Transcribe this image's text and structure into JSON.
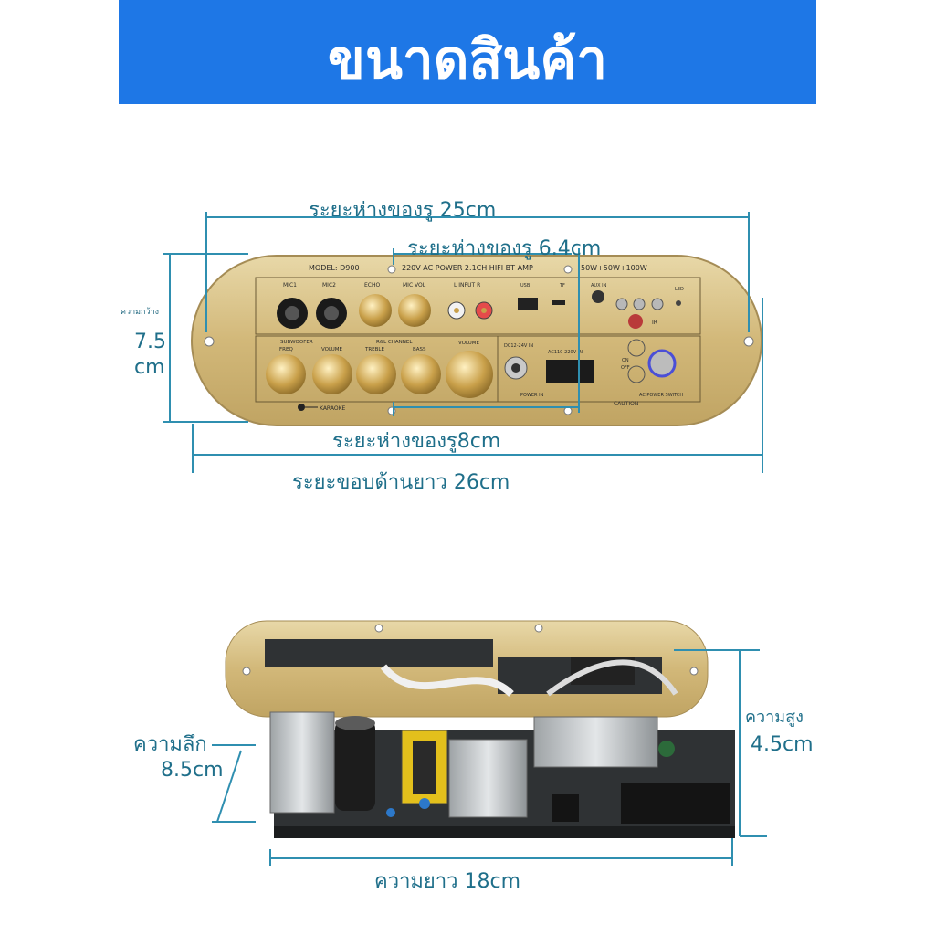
{
  "banner": {
    "title": "ขนาดสินค้า",
    "color": "#1e77e6"
  },
  "top_panel": {
    "dimensions": {
      "hole_spacing_25": "ระยะห่างของรู 25cm",
      "hole_spacing_6_4": "ระยะห่างของรู 6.4cm",
      "hole_spacing_8": "ระยะห่างของรู8cm",
      "edge_length_26": "ระยะขอบด้านยาว 26cm",
      "width_label": "ความกว้าง",
      "width_value_line1": "7.5",
      "width_value_line2": "cm"
    },
    "labels": {
      "model": "MODEL:  D900",
      "header": "220V AC POWER 2.1CH HIFI BT AMP",
      "power": "50W+50W+100W",
      "mic1": "MIC1",
      "mic2": "MIC2",
      "echo": "ECHO",
      "mic_vol": "MIC VOL",
      "input": "L  INPUT  R",
      "usb": "USB",
      "tf": "TF",
      "aux_in": "AUX IN",
      "led": "LED",
      "ir": "IR",
      "subwoofer": "SUBWOOFER",
      "rl_channel": "R&L CHANNEL",
      "freq": "FREQ",
      "volume_sub": "VOLUME",
      "treble": "TREBLE",
      "bass": "BASS",
      "volume_main": "VOLUME",
      "dc_in": "DC12-24V IN",
      "ac_in": "AC110-220V IN",
      "power_in": "POWER IN",
      "on": "ON",
      "off": "OFF",
      "ac_switch": "AC POWER SWITCH",
      "caution": "CAUTION",
      "karaoke": "KARAOKE"
    }
  },
  "bottom_board": {
    "dimensions": {
      "depth_label": "ความลึก",
      "depth_value": "8.5cm",
      "height_label": "ความสูง",
      "height_value": "4.5cm",
      "length": "ความยาว 18cm"
    }
  },
  "colors": {
    "measure_line": "#2f8fb0",
    "label_text": "#1f6f8a",
    "gold": "#c9ad6a"
  }
}
